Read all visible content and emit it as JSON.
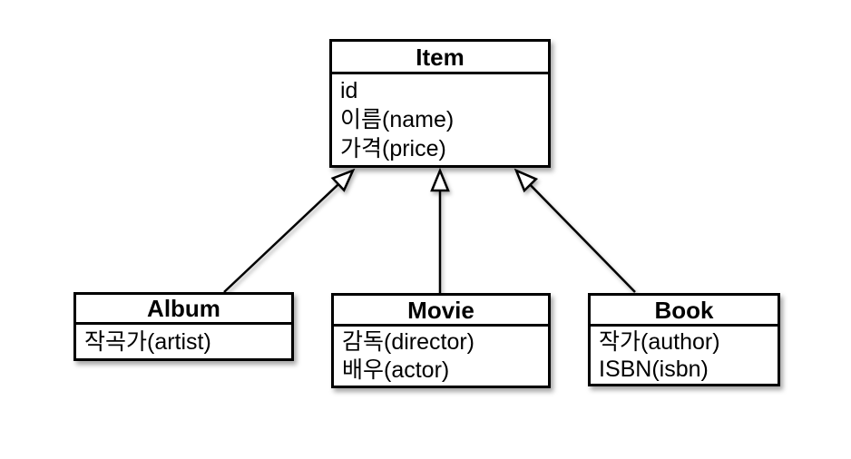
{
  "diagram": {
    "type": "uml-class-diagram",
    "classes": [
      {
        "id": "item",
        "title": "Item",
        "attributes": [
          "id",
          "이름(name)",
          "가격(price)"
        ]
      },
      {
        "id": "album",
        "title": "Album",
        "attributes": [
          "작곡가(artist)"
        ]
      },
      {
        "id": "movie",
        "title": "Movie",
        "attributes": [
          "감독(director)",
          "배우(actor)"
        ]
      },
      {
        "id": "book",
        "title": "Book",
        "attributes": [
          "작가(author)",
          "ISBN(isbn)"
        ]
      }
    ],
    "relations": [
      {
        "from": "Album",
        "to": "Item",
        "type": "generalization"
      },
      {
        "from": "Movie",
        "to": "Item",
        "type": "generalization"
      },
      {
        "from": "Book",
        "to": "Item",
        "type": "generalization"
      }
    ],
    "colors": {
      "line": "#000000",
      "box_fill": "#ffffff",
      "background": "#ffffff"
    }
  }
}
